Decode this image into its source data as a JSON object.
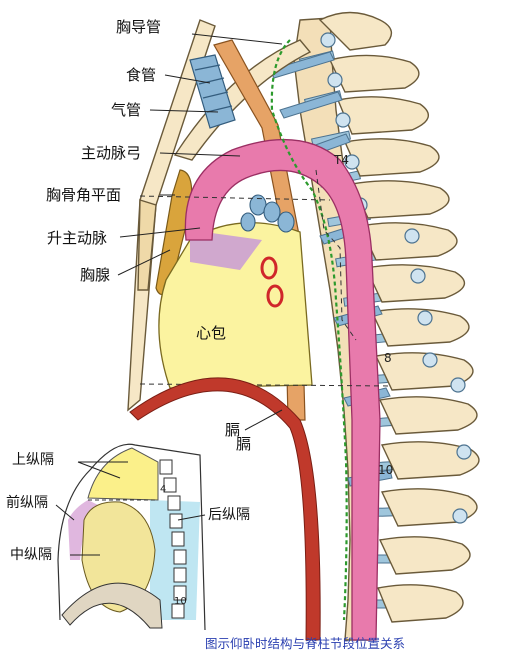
{
  "labels": {
    "thoracic_duct": "胸导管",
    "esophagus": "食管",
    "trachea": "气管",
    "aortic_arch": "主动脉弓",
    "sternal_angle_plane": "胸骨角平面",
    "ascending_aorta": "升主动脉",
    "thymus": "胸腺",
    "pericardium": "心包",
    "diaphragm_1": "膈",
    "diaphragm_2": "膈"
  },
  "vertebra_labels": {
    "t4": "T4",
    "t8": "8",
    "t10": "10"
  },
  "inset": {
    "superior_mediastinum": "上纵隔",
    "anterior_mediastinum": "前纵隔",
    "middle_mediastinum": "中纵隔",
    "posterior_mediastinum": "后纵隔",
    "t4": "4",
    "t10": "10"
  },
  "caption": "图示仰卧时结构与脊柱节段位置关系",
  "colors": {
    "bone": "#f6e7c6",
    "bone_outline": "#6a5a3a",
    "aorta": "#e87aac",
    "heart": "#fbf3a0",
    "thymus": "#d9a43c",
    "disc": "#9fc6dc",
    "trachea": "#8bb6d6",
    "esophagus": "#e6a366",
    "diaphragm": "#c0392b",
    "caption": "#2a3fb0",
    "inset_superior": "#fbf08a",
    "inset_middle": "#f2e59a",
    "inset_posterior": "#bfe6f2",
    "inset_anterior": "#e0b7df"
  }
}
